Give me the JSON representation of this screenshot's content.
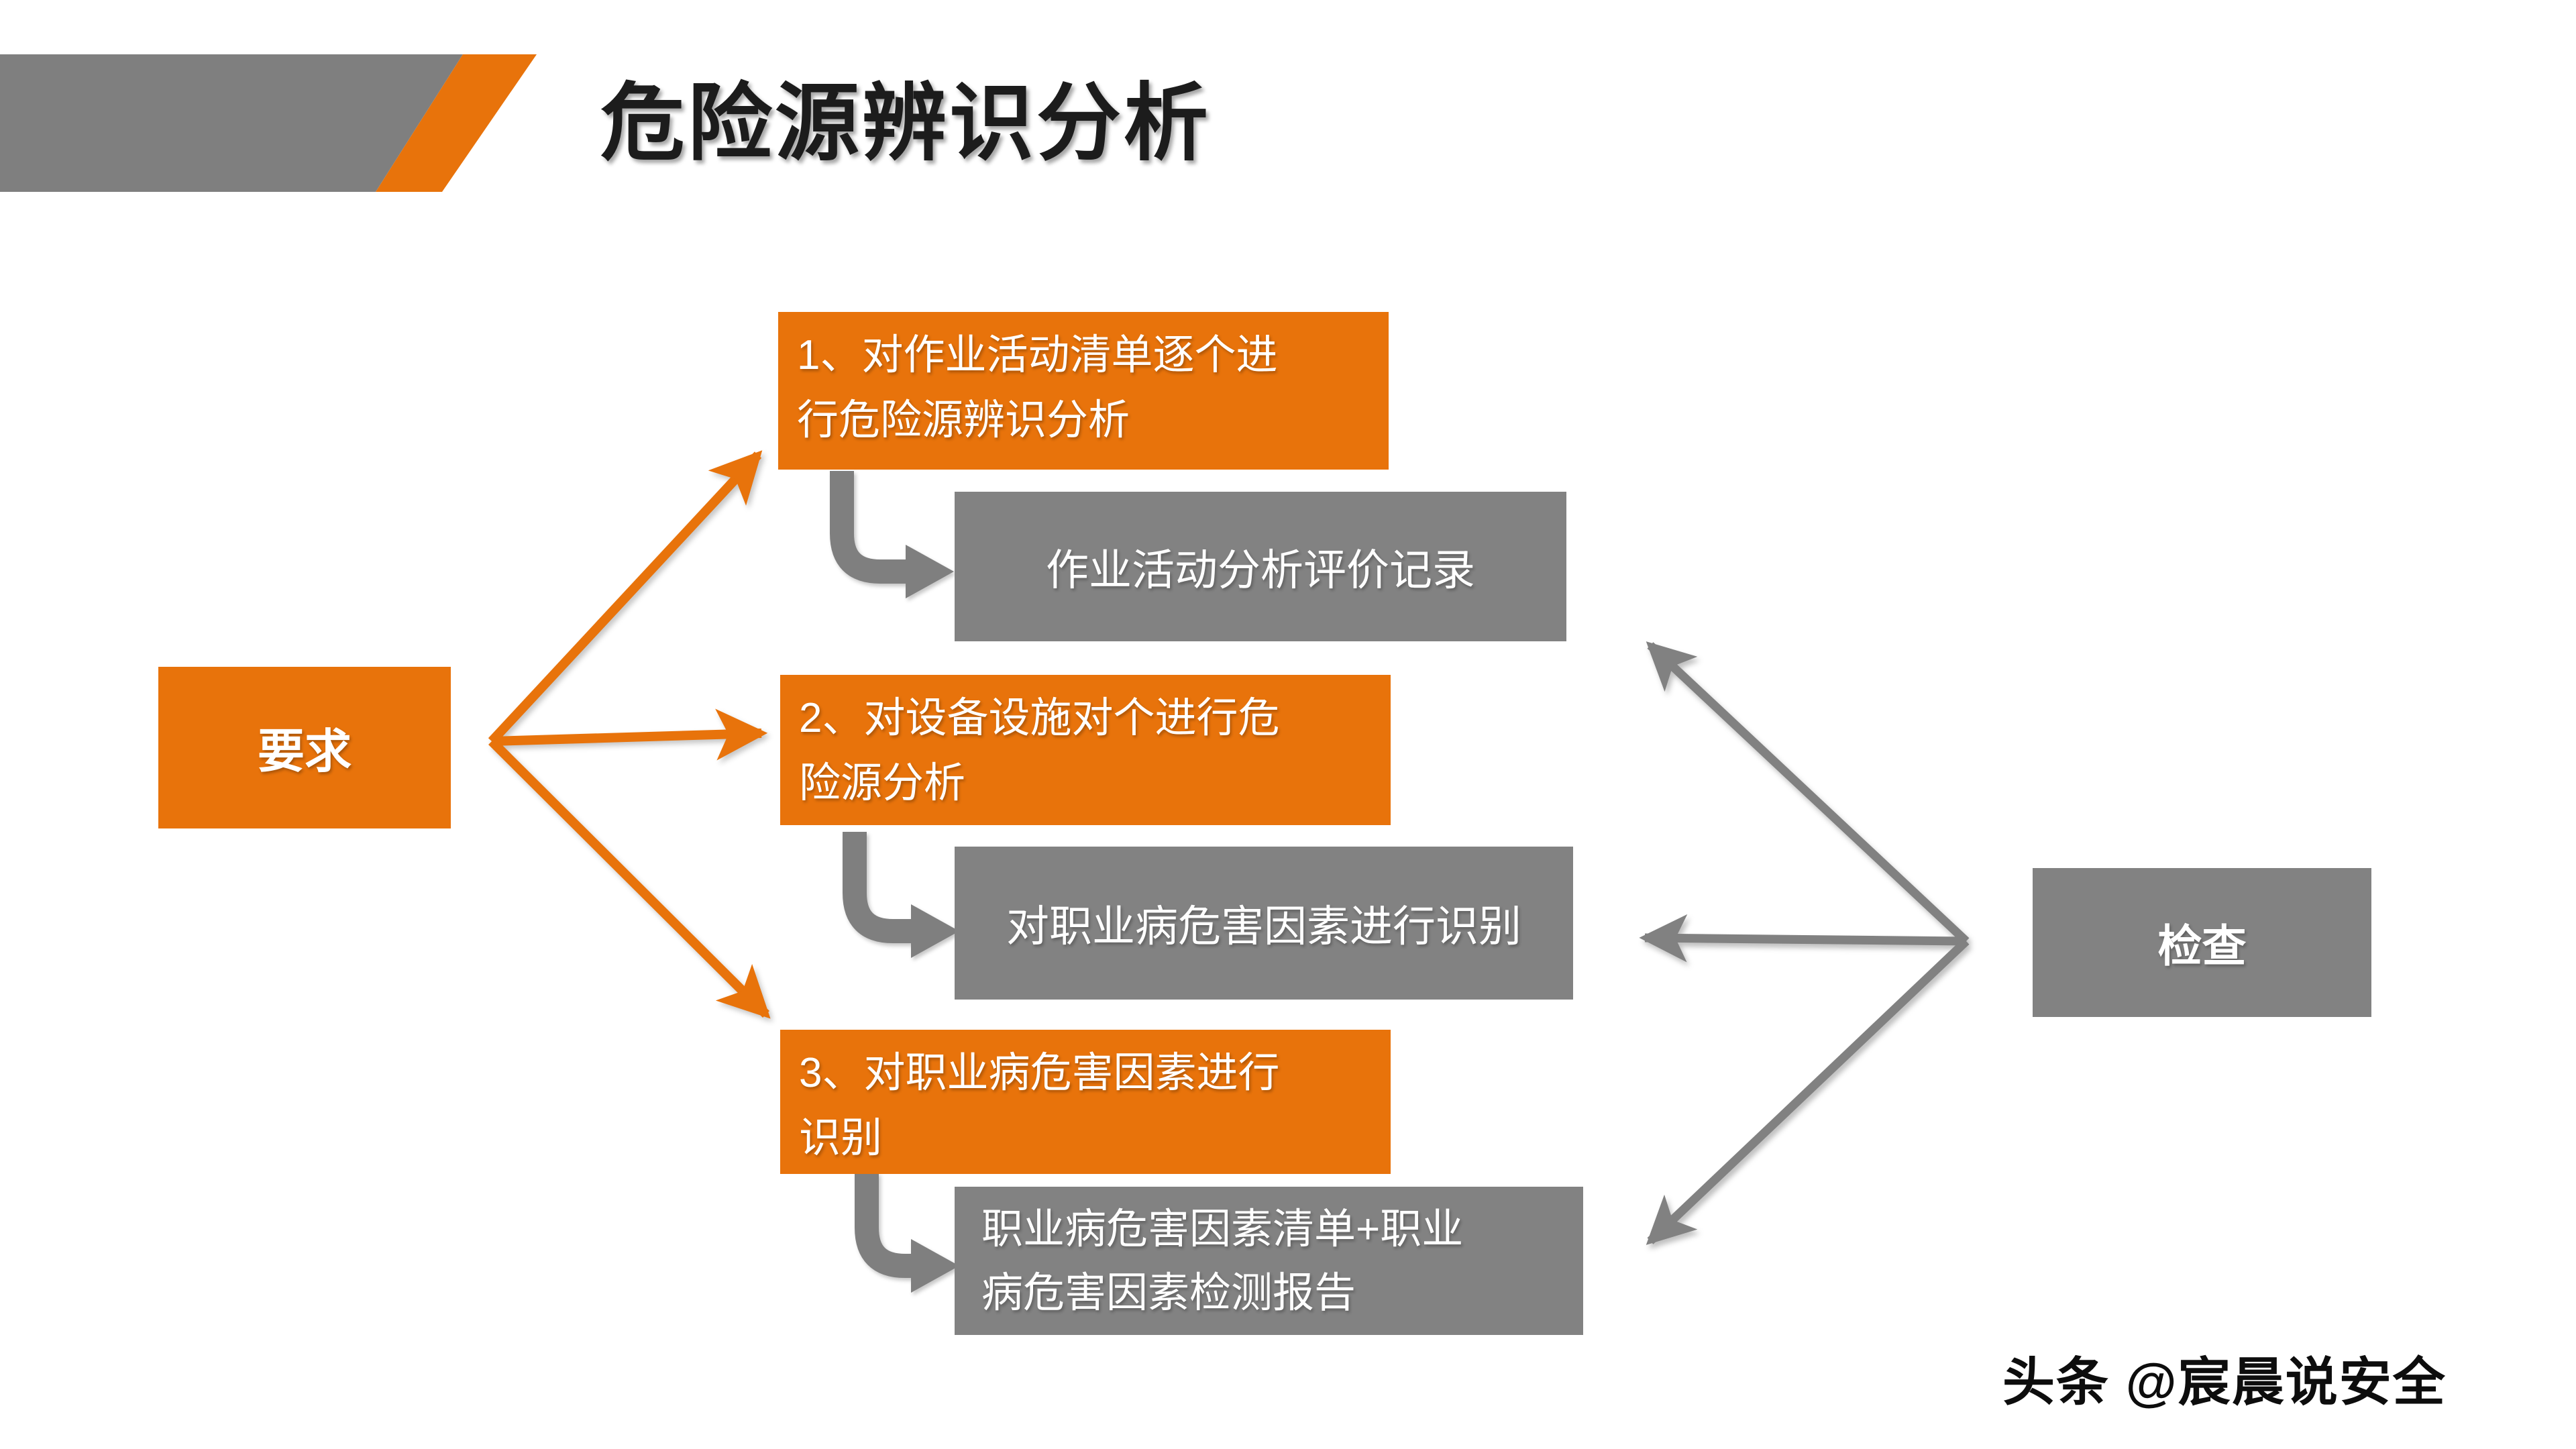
{
  "header": {
    "title": "危险源辨识分析"
  },
  "flow": {
    "requirement_box": {
      "label": "要求"
    },
    "check_box": {
      "label": "检查"
    },
    "steps": [
      {
        "label": "1、对作业活动清单逐个进行危险源辨识分析",
        "record": "作业活动分析评价记录"
      },
      {
        "label": "2、对设备设施对个进行危险源分析",
        "record": "对职业病危害因素进行识别"
      },
      {
        "label": "3、对职业病危害因素进行识别",
        "record": "职业病危害因素清单+职业病危害因素检测报告"
      }
    ]
  },
  "watermark": "头条 @宸晨说安全",
  "colors": {
    "accent_orange": "#e8730b",
    "shape_gray": "#828282",
    "arrow_gray": "#818181",
    "title_black": "#1c1c1c",
    "box_text_white": "#ffffff"
  }
}
